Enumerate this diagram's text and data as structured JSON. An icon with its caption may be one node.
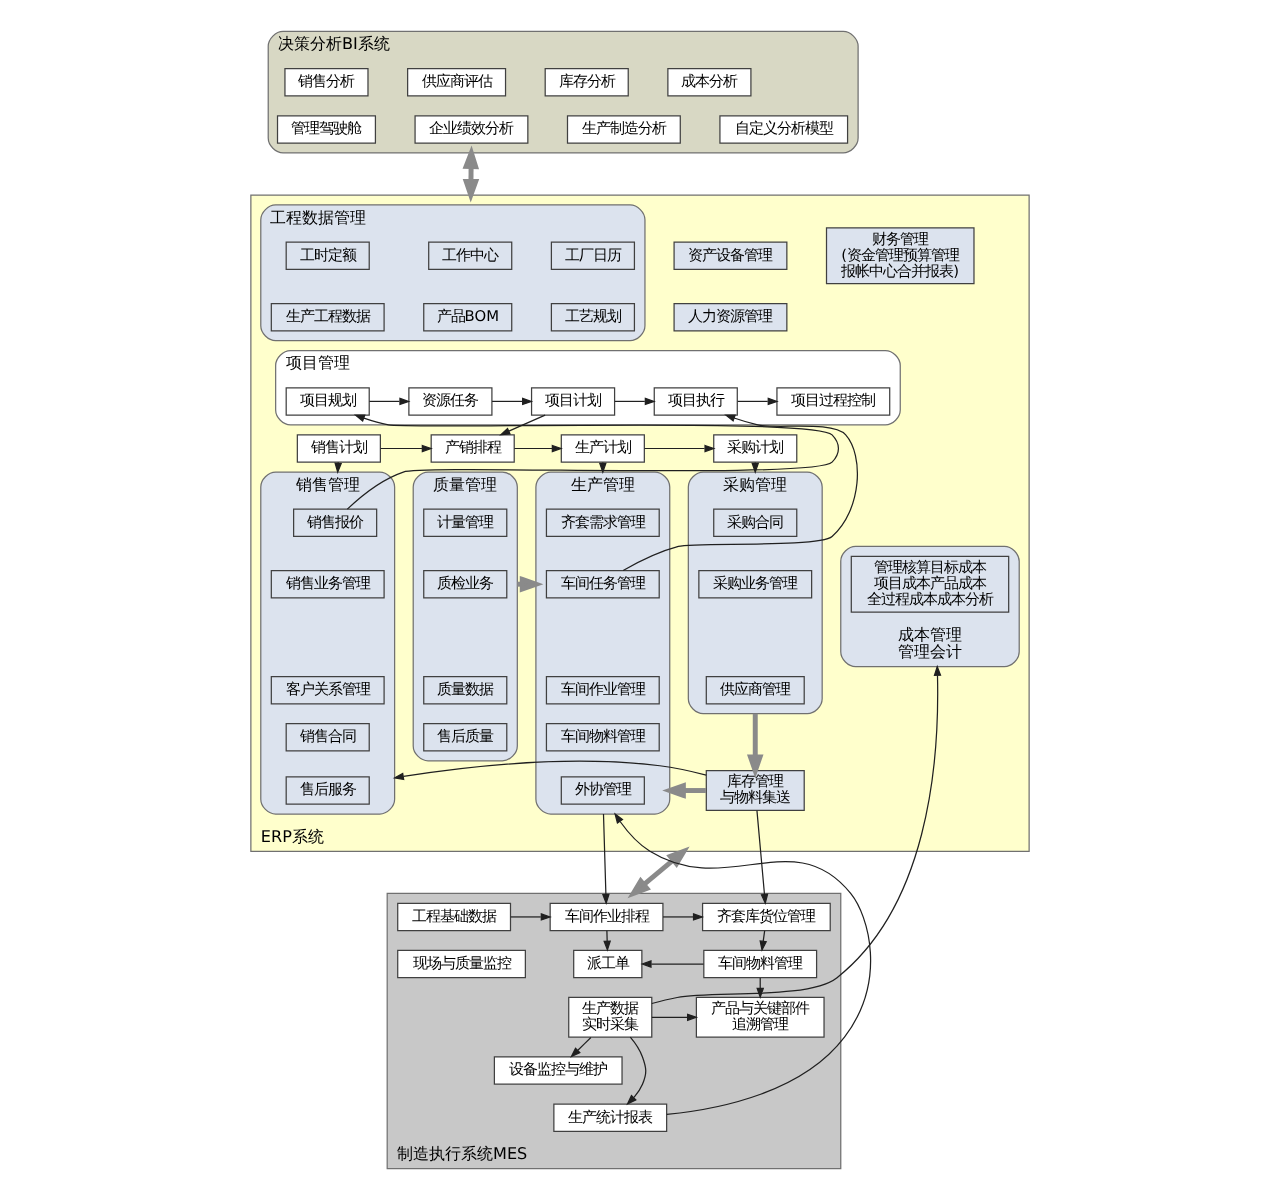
{
  "diagram": {
    "nodes": [
      {
        "text": [
          "决策分析BI系统"
        ]
      },
      {
        "text": [
          "销售分析"
        ],
        "in": 0
      },
      {
        "text": [
          "供应商评估"
        ],
        "in": 0
      },
      {
        "text": [
          "库存分析"
        ],
        "in": 0
      },
      {
        "text": [
          "成本分析"
        ],
        "in": 0
      },
      {
        "text": [
          "管理驾驶舱"
        ],
        "in": 0
      },
      {
        "text": [
          "企业绩效分析"
        ],
        "in": 0
      },
      {
        "text": [
          "生产制造分析"
        ],
        "in": 0
      },
      {
        "text": [
          "自定义分析模型"
        ],
        "in": 0
      },
      {
        "text": [
          "ERP系统"
        ]
      },
      {
        "text": [
          "工程数据管理"
        ],
        "in": 9
      },
      {
        "text": [
          "工时定额"
        ],
        "in": 10
      },
      {
        "text": [
          "工作中心"
        ],
        "in": 10
      },
      {
        "text": [
          "工厂日历"
        ],
        "in": 10
      },
      {
        "text": [
          "生产工程数据"
        ],
        "in": 10
      },
      {
        "text": [
          "产品BOM"
        ],
        "in": 10
      },
      {
        "text": [
          "工艺规划"
        ],
        "in": 10
      },
      {
        "text": [
          "资产设备管理"
        ],
        "in": 9
      },
      {
        "text": [
          "人力资源管理"
        ],
        "in": 9
      },
      {
        "text": [
          "财务管理",
          "(资金管理预算管理报帐中心合并报表)"
        ],
        "in": 9
      },
      {
        "text": [
          "项目管理"
        ],
        "in": 9
      },
      {
        "text": [
          "项目规划"
        ],
        "in": 20
      },
      {
        "text": [
          "资源任务"
        ],
        "in": 20
      },
      {
        "text": [
          "项目计划"
        ],
        "in": 20
      },
      {
        "text": [
          "项目执行"
        ],
        "in": 20
      },
      {
        "text": [
          "项目过程控制"
        ],
        "in": 20
      },
      {
        "text": [
          "销售计划"
        ],
        "in": 9
      },
      {
        "text": [
          "产销排程"
        ],
        "in": 9
      },
      {
        "text": [
          "生产计划"
        ],
        "in": 9
      },
      {
        "text": [
          "采购计划"
        ],
        "in": 9
      },
      {
        "text": [
          "销售管理"
        ],
        "in": 9
      },
      {
        "text": [
          "销售报价"
        ],
        "in": 30
      },
      {
        "text": [
          "销售业务管理"
        ],
        "in": 30
      },
      {
        "text": [
          "客户关系管理"
        ],
        "in": 30
      },
      {
        "text": [
          "销售合同"
        ],
        "in": 30
      },
      {
        "text": [
          "售后服务"
        ],
        "in": 30
      },
      {
        "text": [
          "质量管理"
        ],
        "in": 9
      },
      {
        "text": [
          "计量管理"
        ],
        "in": 36
      },
      {
        "text": [
          "质检业务"
        ],
        "in": 36
      },
      {
        "text": [
          "质量数据"
        ],
        "in": 36
      },
      {
        "text": [
          "售后质量"
        ],
        "in": 36
      },
      {
        "text": [
          "生产管理"
        ],
        "in": 9
      },
      {
        "text": [
          "齐套需求管理"
        ],
        "in": 41
      },
      {
        "text": [
          "车间任务管理"
        ],
        "in": 41
      },
      {
        "text": [
          "车间作业管理"
        ],
        "in": 41
      },
      {
        "text": [
          "车间物料管理"
        ],
        "in": 41
      },
      {
        "text": [
          "外协管理"
        ],
        "in": 41
      },
      {
        "text": [
          "采购管理"
        ],
        "in": 9
      },
      {
        "text": [
          "采购合同"
        ],
        "in": 47
      },
      {
        "text": [
          "采购业务管理"
        ],
        "in": 47
      },
      {
        "text": [
          "供应商管理"
        ],
        "in": 47
      },
      {
        "text": [
          "库存管理与物料集送"
        ],
        "in": 9
      },
      {
        "text": [
          "成本管理管理会计"
        ],
        "in": 9
      },
      {
        "text": [
          "管理核算目标成本项目成本产品成本全过程成本成本分析"
        ],
        "in": 52
      },
      {
        "text": [
          "制造执行系统MES"
        ]
      },
      {
        "text": [
          "工程基础数据"
        ],
        "in": 54
      },
      {
        "text": [
          "车间作业排程"
        ],
        "in": 54
      },
      {
        "text": [
          "齐套库货位管理"
        ],
        "in": 54
      },
      {
        "text": [
          "现场与质量监控"
        ],
        "in": 54
      },
      {
        "text": [
          "派工单"
        ],
        "in": 54
      },
      {
        "text": [
          "车间物料管理"
        ],
        "in": 54
      },
      {
        "text": [
          "设备监控与维护"
        ],
        "in": 54
      },
      {
        "text": [
          "生产数据实时采集"
        ],
        "in": 54
      },
      {
        "text": [
          "产品与关键部件追溯管理"
        ],
        "in": 54
      },
      {
        "text": [
          "生产统计报表"
        ],
        "in": 54
      }
    ],
    "edges": [
      {
        "from": 0,
        "to": 9,
        "arrow": "both",
        "style": "thick",
        "color": "#8a8a8a"
      },
      {
        "from": 21,
        "to": 22,
        "arrow": "to"
      },
      {
        "from": 22,
        "to": 23,
        "arrow": "to"
      },
      {
        "from": 23,
        "to": 24,
        "arrow": "to"
      },
      {
        "from": 24,
        "to": 25,
        "arrow": "to"
      },
      {
        "from": 31,
        "to": 21,
        "arrow": "to"
      },
      {
        "from": 23,
        "to": 27,
        "arrow": "to"
      },
      {
        "from": 43,
        "to": 24,
        "arrow": "to"
      },
      {
        "from": 26,
        "to": 27,
        "arrow": "to"
      },
      {
        "from": 27,
        "to": 28,
        "arrow": "to"
      },
      {
        "from": 28,
        "to": 29,
        "arrow": "to"
      },
      {
        "from": 26,
        "to": 30,
        "arrow": "to"
      },
      {
        "from": 28,
        "to": 41,
        "arrow": "to"
      },
      {
        "from": 29,
        "to": 47,
        "arrow": "to"
      },
      {
        "from": 36,
        "to": 41,
        "arrow": "to",
        "style": "thick",
        "color": "#8a8a8a"
      },
      {
        "from": 47,
        "to": 51,
        "arrow": "to",
        "style": "thick",
        "color": "#8a8a8a"
      },
      {
        "from": 51,
        "to": 41,
        "arrow": "to",
        "style": "thick",
        "color": "#8a8a8a"
      },
      {
        "from": 64,
        "to": 41,
        "arrow": "to"
      },
      {
        "from": 51,
        "to": 30,
        "arrow": "to"
      },
      {
        "from": 41,
        "to": 56,
        "arrow": "to"
      },
      {
        "from": 9,
        "to": 54,
        "arrow": "both",
        "style": "thick",
        "color": "#8a8a8a"
      },
      {
        "from": 51,
        "to": 57,
        "arrow": "to"
      },
      {
        "from": 62,
        "to": 52,
        "arrow": "to"
      },
      {
        "from": 55,
        "to": 56,
        "arrow": "to"
      },
      {
        "from": 56,
        "to": 57,
        "arrow": "to"
      },
      {
        "from": 56,
        "to": 59,
        "arrow": "to"
      },
      {
        "from": 57,
        "to": 60,
        "arrow": "to"
      },
      {
        "from": 60,
        "to": 59,
        "arrow": "to"
      },
      {
        "from": 60,
        "to": 63,
        "arrow": "to"
      },
      {
        "from": 62,
        "to": 63,
        "arrow": "to"
      },
      {
        "from": 62,
        "to": 61,
        "arrow": "to"
      },
      {
        "from": 62,
        "to": 64,
        "arrow": "to"
      }
    ]
  }
}
